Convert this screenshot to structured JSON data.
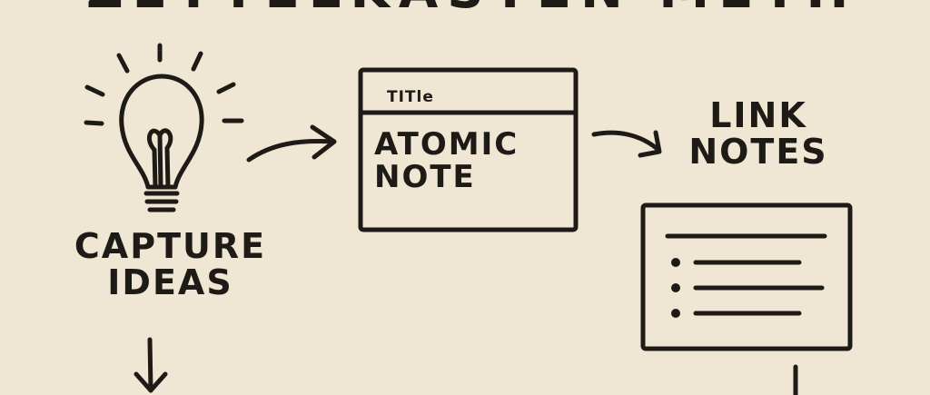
{
  "header": {
    "title": "ZETTELKASTEN METHOD"
  },
  "steps": [
    {
      "label_lines": [
        "CAPTURE",
        "IDEAS"
      ],
      "icon": "lightbulb-icon"
    },
    {
      "tab_label": "TITle",
      "label_lines": [
        "ATOMIC",
        "NOTE"
      ],
      "icon": "note-card-icon"
    },
    {
      "label_lines": [
        "LINK",
        "NOTES"
      ],
      "icon": "bulleted-list-icon"
    }
  ],
  "colors": {
    "background": "#efe6d4",
    "ink": "#1e1b17"
  }
}
